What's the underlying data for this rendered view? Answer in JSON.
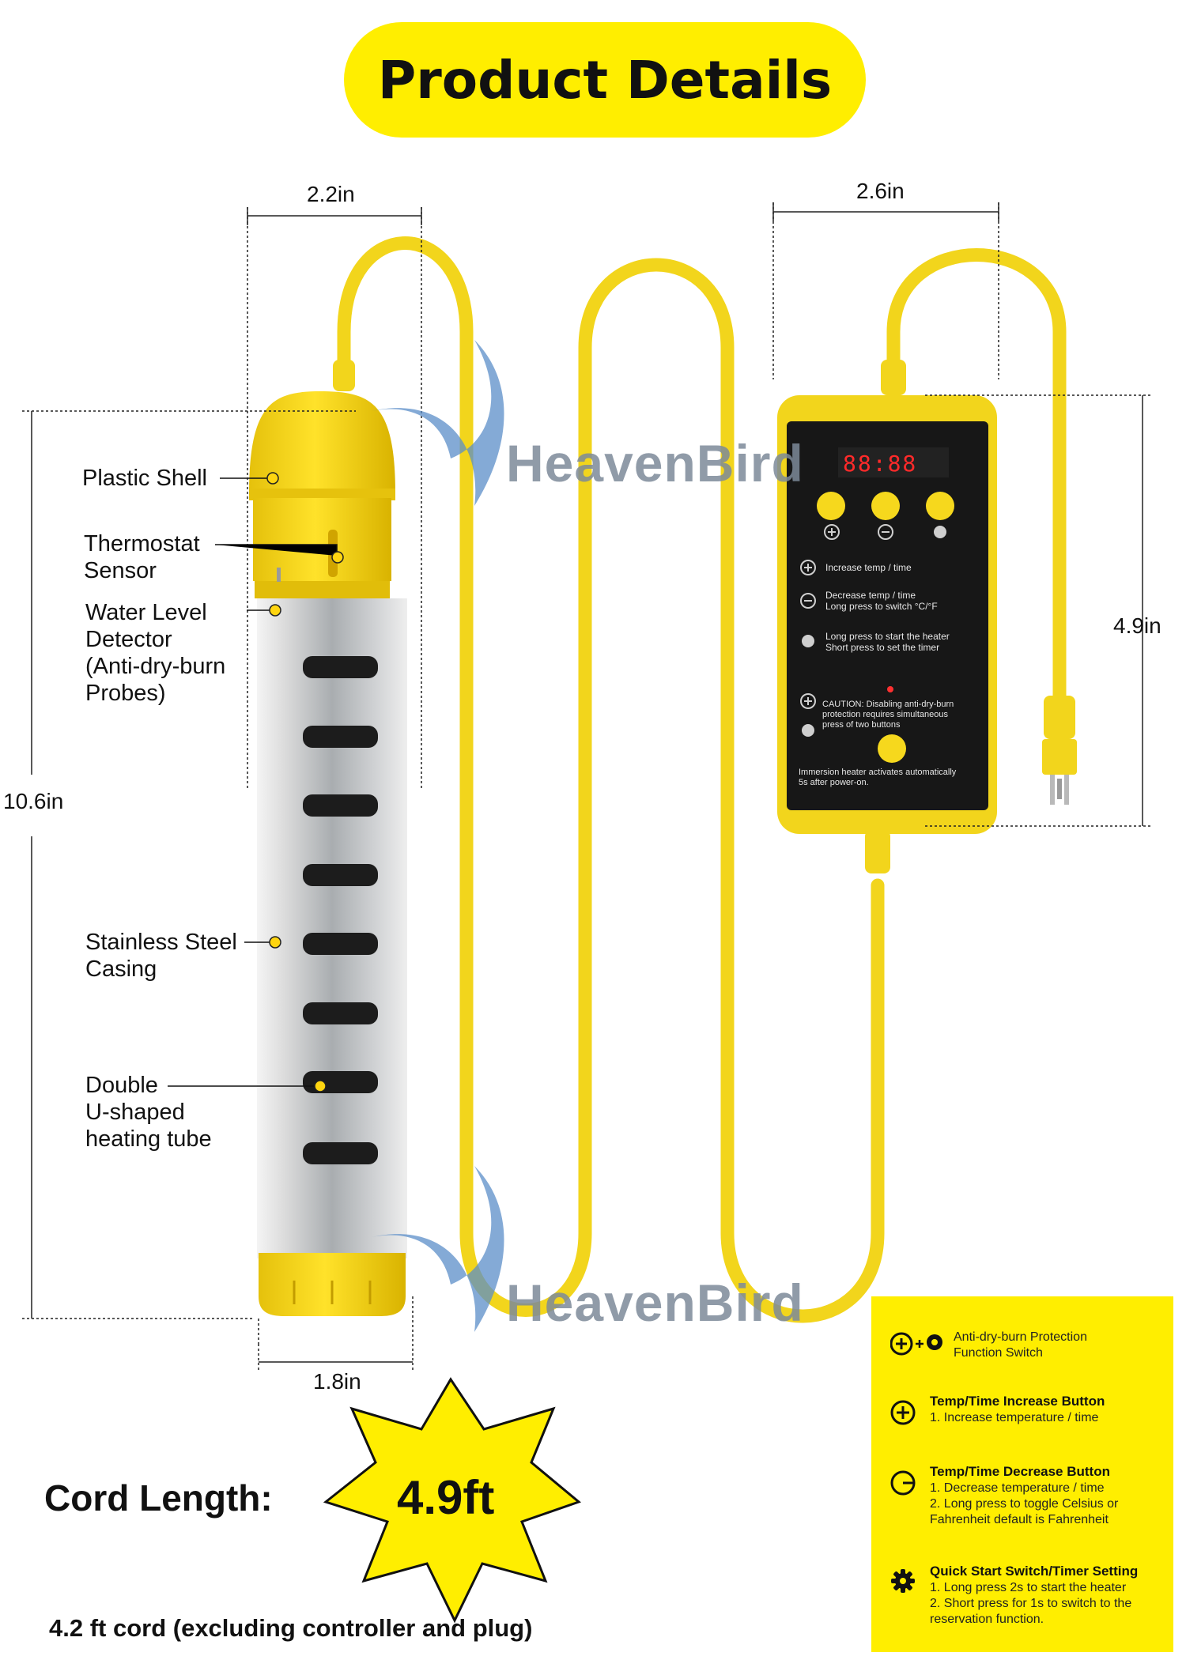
{
  "title": "Product Details",
  "dimensions": {
    "heater_width_top": "2.2in",
    "heater_width_bottom": "1.8in",
    "heater_height": "10.6in",
    "controller_width": "2.6in",
    "controller_height": "4.9in"
  },
  "parts": {
    "plastic_shell": "Plastic Shell",
    "thermostat_sensor": "Thermostat\nSensor",
    "water_level_detector": "Water Level\nDetector\n(Anti-dry-burn\nProbes)",
    "stainless_casing": "Stainless Steel\nCasing",
    "heating_tube": "Double\nU-shaped\nheating tube"
  },
  "watermark": "HeavenBird",
  "controller": {
    "display": "88:88",
    "increase": "Increase temp / time",
    "decrease": "Decrease temp / time\nLong press to switch °C/°F",
    "start": "Long press to start the heater\nShort press to set the timer",
    "caution": "CAUTION: Disabling anti-dry-burn\nprotection requires simultaneous\npress of two buttons",
    "auto": "Immersion heater activates automatically\n5s after power-on."
  },
  "cord": {
    "label": "Cord Length:",
    "length": "4.9ft",
    "note": "4.2 ft cord (excluding controller and plug)"
  },
  "legend": [
    {
      "icon": "plus-gear-icon",
      "title": "",
      "body": "Anti-dry-burn Protection\nFunction Switch"
    },
    {
      "icon": "plus-circle-icon",
      "title": "Temp/Time Increase Button",
      "body": "1. Increase temperature / time"
    },
    {
      "icon": "minus-circle-icon",
      "title": "Temp/Time Decrease Button",
      "body": "1. Decrease temperature / time\n2. Long press to toggle Celsius or\n    Fahrenheit default is Fahrenheit"
    },
    {
      "icon": "gear-icon",
      "title": "Quick Start Switch/Timer Setting",
      "body": "1. Long press 2s to start the heater\n2. Short press for 1s to switch to the\n    reservation function."
    }
  ],
  "colors": {
    "accent_yellow": "#ffee00",
    "cord_yellow": "#f2d51c",
    "steel": "#c9ccce",
    "panel": "#1a1a1a"
  }
}
